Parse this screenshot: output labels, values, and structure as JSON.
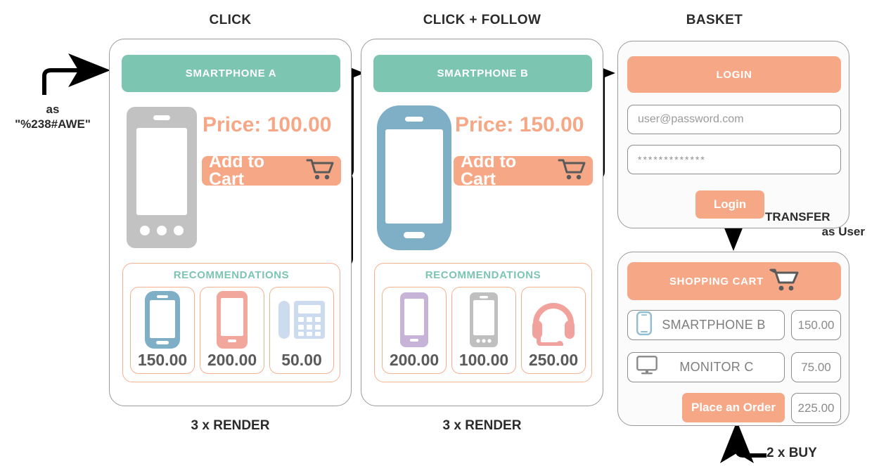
{
  "colors": {
    "teal": "#7cc5b0",
    "salmon": "#f6a786",
    "rec_border": "#f6b191",
    "grey_phone": "#c2c2c2",
    "blue_phone": "#7fafc6",
    "text_dark": "#2b2b2b"
  },
  "columns": [
    {
      "caption": "CLICK"
    },
    {
      "caption": "CLICK + FOLLOW"
    },
    {
      "caption": "BASKET"
    }
  ],
  "edge_labels": {
    "entry_line1": "as",
    "entry_line2": "\"%238#AWE\"",
    "transfer_line1": "TRANSFER",
    "transfer_line2": "as User",
    "buy": "2 x BUY",
    "render_left": "3 x RENDER",
    "render_right": "3 x RENDER"
  },
  "product_a": {
    "title": "SMARTPHONE A",
    "price_label": "Price: 100.00",
    "add_to_cart": "Add to Cart",
    "phone_icon": "smartphone-grey-icon",
    "cart_icon": "shopping-cart-icon",
    "recommendations": {
      "title": "RECOMMENDATIONS",
      "items": [
        {
          "icon": "smartphone-blue-icon",
          "price": "150.00"
        },
        {
          "icon": "smartphone-salmon-icon",
          "price": "200.00"
        },
        {
          "icon": "deskphone-blue-icon",
          "price": "50.00"
        }
      ]
    }
  },
  "product_b": {
    "title": "SMARTPHONE B",
    "price_label": "Price: 150.00",
    "add_to_cart": "Add to Cart",
    "phone_icon": "smartphone-blue-icon",
    "cart_icon": "shopping-cart-icon",
    "recommendations": {
      "title": "RECOMMENDATIONS",
      "items": [
        {
          "icon": "smartphone-purple-icon",
          "price": "200.00"
        },
        {
          "icon": "smartphone-grey-icon",
          "price": "100.00"
        },
        {
          "icon": "headset-pink-icon",
          "price": "250.00"
        }
      ]
    }
  },
  "login": {
    "header": "LOGIN",
    "email_placeholder": "user@password.com",
    "password_value": "*************",
    "submit_label": "Login"
  },
  "cart": {
    "header": "SHOPPING CART",
    "header_icon": "shopping-cart-icon",
    "rows": [
      {
        "icon": "smartphone-blue-icon",
        "name": "SMARTPHONE B",
        "amount": "150.00"
      },
      {
        "icon": "monitor-grey-icon",
        "name": "MONITOR C",
        "amount": "75.00"
      }
    ],
    "order_button": "Place an Order",
    "total": "225.00"
  }
}
